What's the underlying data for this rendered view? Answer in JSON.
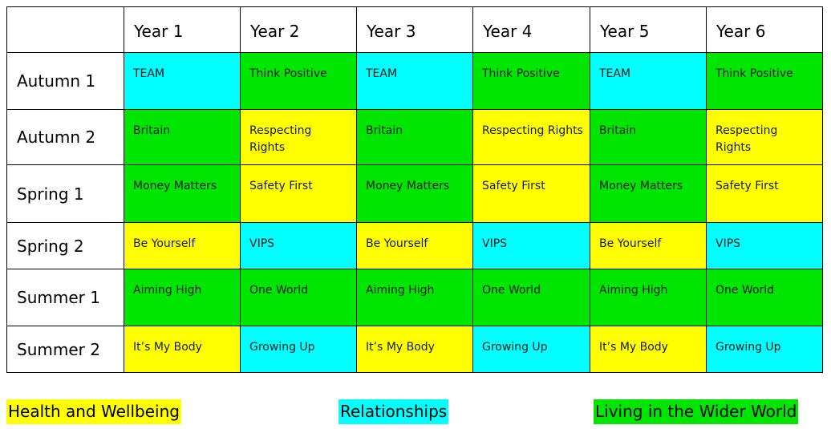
{
  "colors": {
    "health": "#ffff00",
    "relationships": "#00ffff",
    "wider_world": "#00e600"
  },
  "table": {
    "corner": "",
    "years": [
      "Year 1",
      "Year 2",
      "Year 3",
      "Year 4",
      "Year 5",
      "Year 6"
    ],
    "rows": [
      {
        "term": "Autumn 1",
        "topics": [
          "TEAM",
          "Think Positive",
          "TEAM",
          "Think Positive",
          "TEAM",
          "Think Positive"
        ],
        "themes": [
          "rel",
          "world",
          "rel",
          "world",
          "rel",
          "world"
        ]
      },
      {
        "term": "Autumn 2",
        "topics": [
          "Britain",
          "Respecting Rights",
          "Britain",
          "Respecting Rights",
          "Britain",
          "Respecting Rights"
        ],
        "themes": [
          "world",
          "health",
          "world",
          "health",
          "world",
          "health"
        ]
      },
      {
        "term": "Spring 1",
        "topics": [
          "Money Matters",
          "Safety First",
          "Money Matters",
          "Safety First",
          "Money Matters",
          "Safety First"
        ],
        "themes": [
          "world",
          "health",
          "world",
          "health",
          "world",
          "health"
        ]
      },
      {
        "term": "Spring 2",
        "topics": [
          "Be Yourself",
          "VIPS",
          "Be Yourself",
          "VIPS",
          "Be Yourself",
          "VIPS"
        ],
        "themes": [
          "health",
          "rel",
          "health",
          "rel",
          "health",
          "rel"
        ]
      },
      {
        "term": "Summer 1",
        "topics": [
          "Aiming High",
          "One World",
          "Aiming High",
          "One World",
          "Aiming High",
          "One World"
        ],
        "themes": [
          "world",
          "world",
          "world",
          "world",
          "world",
          "world"
        ]
      },
      {
        "term": "Summer 2",
        "topics": [
          "It’s My Body",
          "Growing Up",
          "It’s My Body",
          "Growing Up",
          "It’s My Body",
          "Growing Up"
        ],
        "themes": [
          "health",
          "rel",
          "health",
          "rel",
          "health",
          "rel"
        ]
      }
    ]
  },
  "legend": {
    "health": "Health and Wellbeing",
    "relationships": "Relationships",
    "wider_world": "Living in the Wider World"
  }
}
